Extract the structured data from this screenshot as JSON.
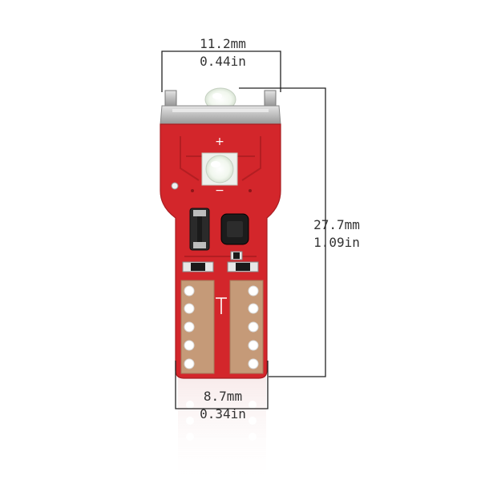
{
  "dimensions": {
    "width_top": {
      "mm": "11.2mm",
      "inch": "0.44in"
    },
    "height": {
      "mm": "27.7mm",
      "inch": "1.09in"
    },
    "width_bottom": {
      "mm": "8.7mm",
      "inch": "0.34in"
    }
  },
  "pcb": {
    "plus_sign": "+",
    "minus_sign": "−"
  },
  "colors": {
    "pcb_red": "#d3262b",
    "pcb_dark_red": "#b31e22",
    "contact_gold": "#c59a78",
    "metal_silver": "#c8c8c8",
    "led_white": "#f4f7f2",
    "dim_line": "#222222"
  }
}
